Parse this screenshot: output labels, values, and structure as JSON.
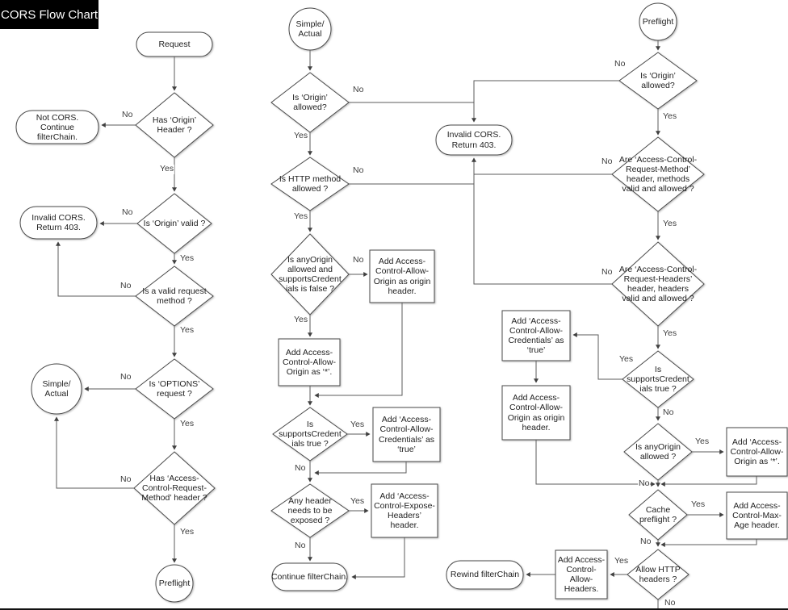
{
  "title": "CORS Flow Chart",
  "labels": {
    "yes": "Yes",
    "no": "No"
  },
  "flow_request": {
    "request": "Request",
    "has_origin_header": "Has ‘Origin’ Header ?",
    "not_cors": "Not CORS. Continue filterChain.",
    "is_origin_valid": "Is ‘Origin’ valid ?",
    "invalid_cors": "Invalid CORS. Return 403.",
    "is_valid_request_method": "Is a valid request method ?",
    "is_options_request": "Is ‘OPTIONS’ request ?",
    "simple_actual": "Simple/ Actual",
    "has_acrm_header": "Has ‘Access-Control-Request-Method’ header ?",
    "preflight": "Preflight"
  },
  "flow_simple": {
    "start": "Simple/ Actual",
    "is_origin_allowed": "Is ‘Origin’ allowed?",
    "invalid_cors": "Invalid CORS. Return 403.",
    "is_http_method_allowed": "Is HTTP method allowed ?",
    "is_anyorigin_and_no_credentials": "Is anyOrigin allowed and supportsCredent ials is false ?",
    "add_origin_header": "Add Access-Control-Allow-Origin as origin header.",
    "add_origin_star": "Add Access-Control-Allow-Origin as ‘*’.",
    "is_supports_credentials": "Is supportsCredent ials true ?",
    "add_credentials": "Add ‘Access-Control-Allow-Credentials’ as ‘true’",
    "any_header_exposed": "Any header needs to be exposed ?",
    "add_expose_headers": "Add ‘Access-Control-Expose-Headers’ header.",
    "continue_filterchain": "Continue filterChain."
  },
  "flow_preflight": {
    "start": "Preflight",
    "is_origin_allowed": "Is ‘Origin’ allowed?",
    "acrm_valid": "Are ‘Access-Control-Request-Method’ header, methods  valid and allowed ?",
    "acrh_valid": "Are ‘Access-Control-Request-Headers’ header, headers valid and allowed ?",
    "is_supports_credentials": "Is supportsCredent ials true ?",
    "add_credentials": "Add ‘Access-Control-Allow-Credentials’ as ‘true’",
    "add_origin_header": "Add Access-Control-Allow-Origin as origin header.",
    "is_anyorigin_allowed": "Is anyOrigin allowed ?",
    "add_origin_star": "Add ‘Access-Control-Allow-Origin as ‘*’.",
    "cache_preflight": "Cache preflight ?",
    "add_max_age": "Add Access-Control-Max-Age header.",
    "allow_http_headers": "Allow HTTP headers ?",
    "add_allow_headers": "Add Access-Control-Allow-Headers.",
    "rewind_filterchain": "Rewind filterChain"
  }
}
